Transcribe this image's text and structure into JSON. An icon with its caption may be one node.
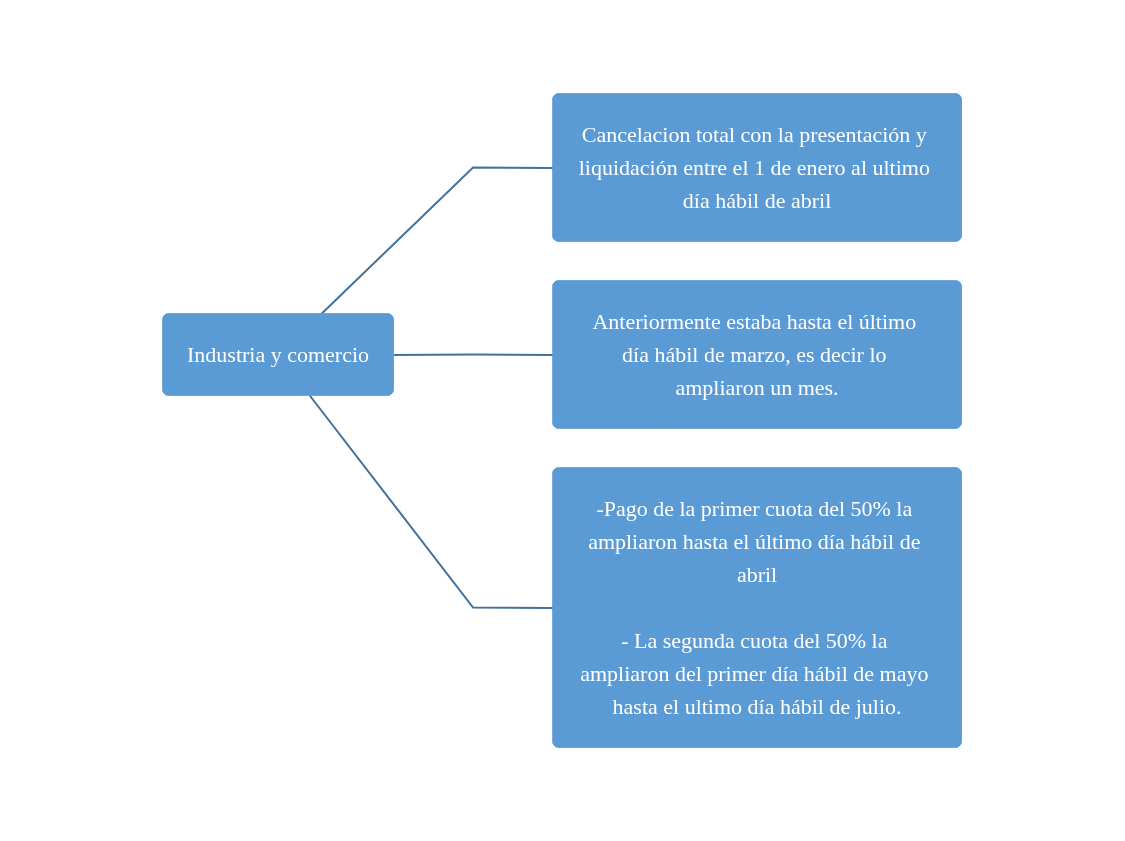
{
  "diagram": {
    "nodes": [
      {
        "text": [
          "Industria y comercio"
        ]
      },
      {
        "text": [
          "Cancelacion total con la presentación y liquidación entre el 1 de enero al ultimo día hábil de abril"
        ]
      },
      {
        "text": [
          "Anteriormente estaba hasta el último día hábil de marzo, es decir lo ampliaron un mes."
        ]
      },
      {
        "text": [
          "-Pago de la primer cuota del 50% la ampliaron hasta el último día hábil de abril",
          "- La segunda cuota del 50% la ampliaron del primer día hábil de mayo hasta el ultimo día hábil de julio."
        ]
      }
    ],
    "edges": [
      {
        "from": 0,
        "to": 1,
        "arrow": "none"
      },
      {
        "from": 0,
        "to": 2,
        "arrow": "none"
      },
      {
        "from": 0,
        "to": 3,
        "arrow": "none"
      }
    ]
  }
}
